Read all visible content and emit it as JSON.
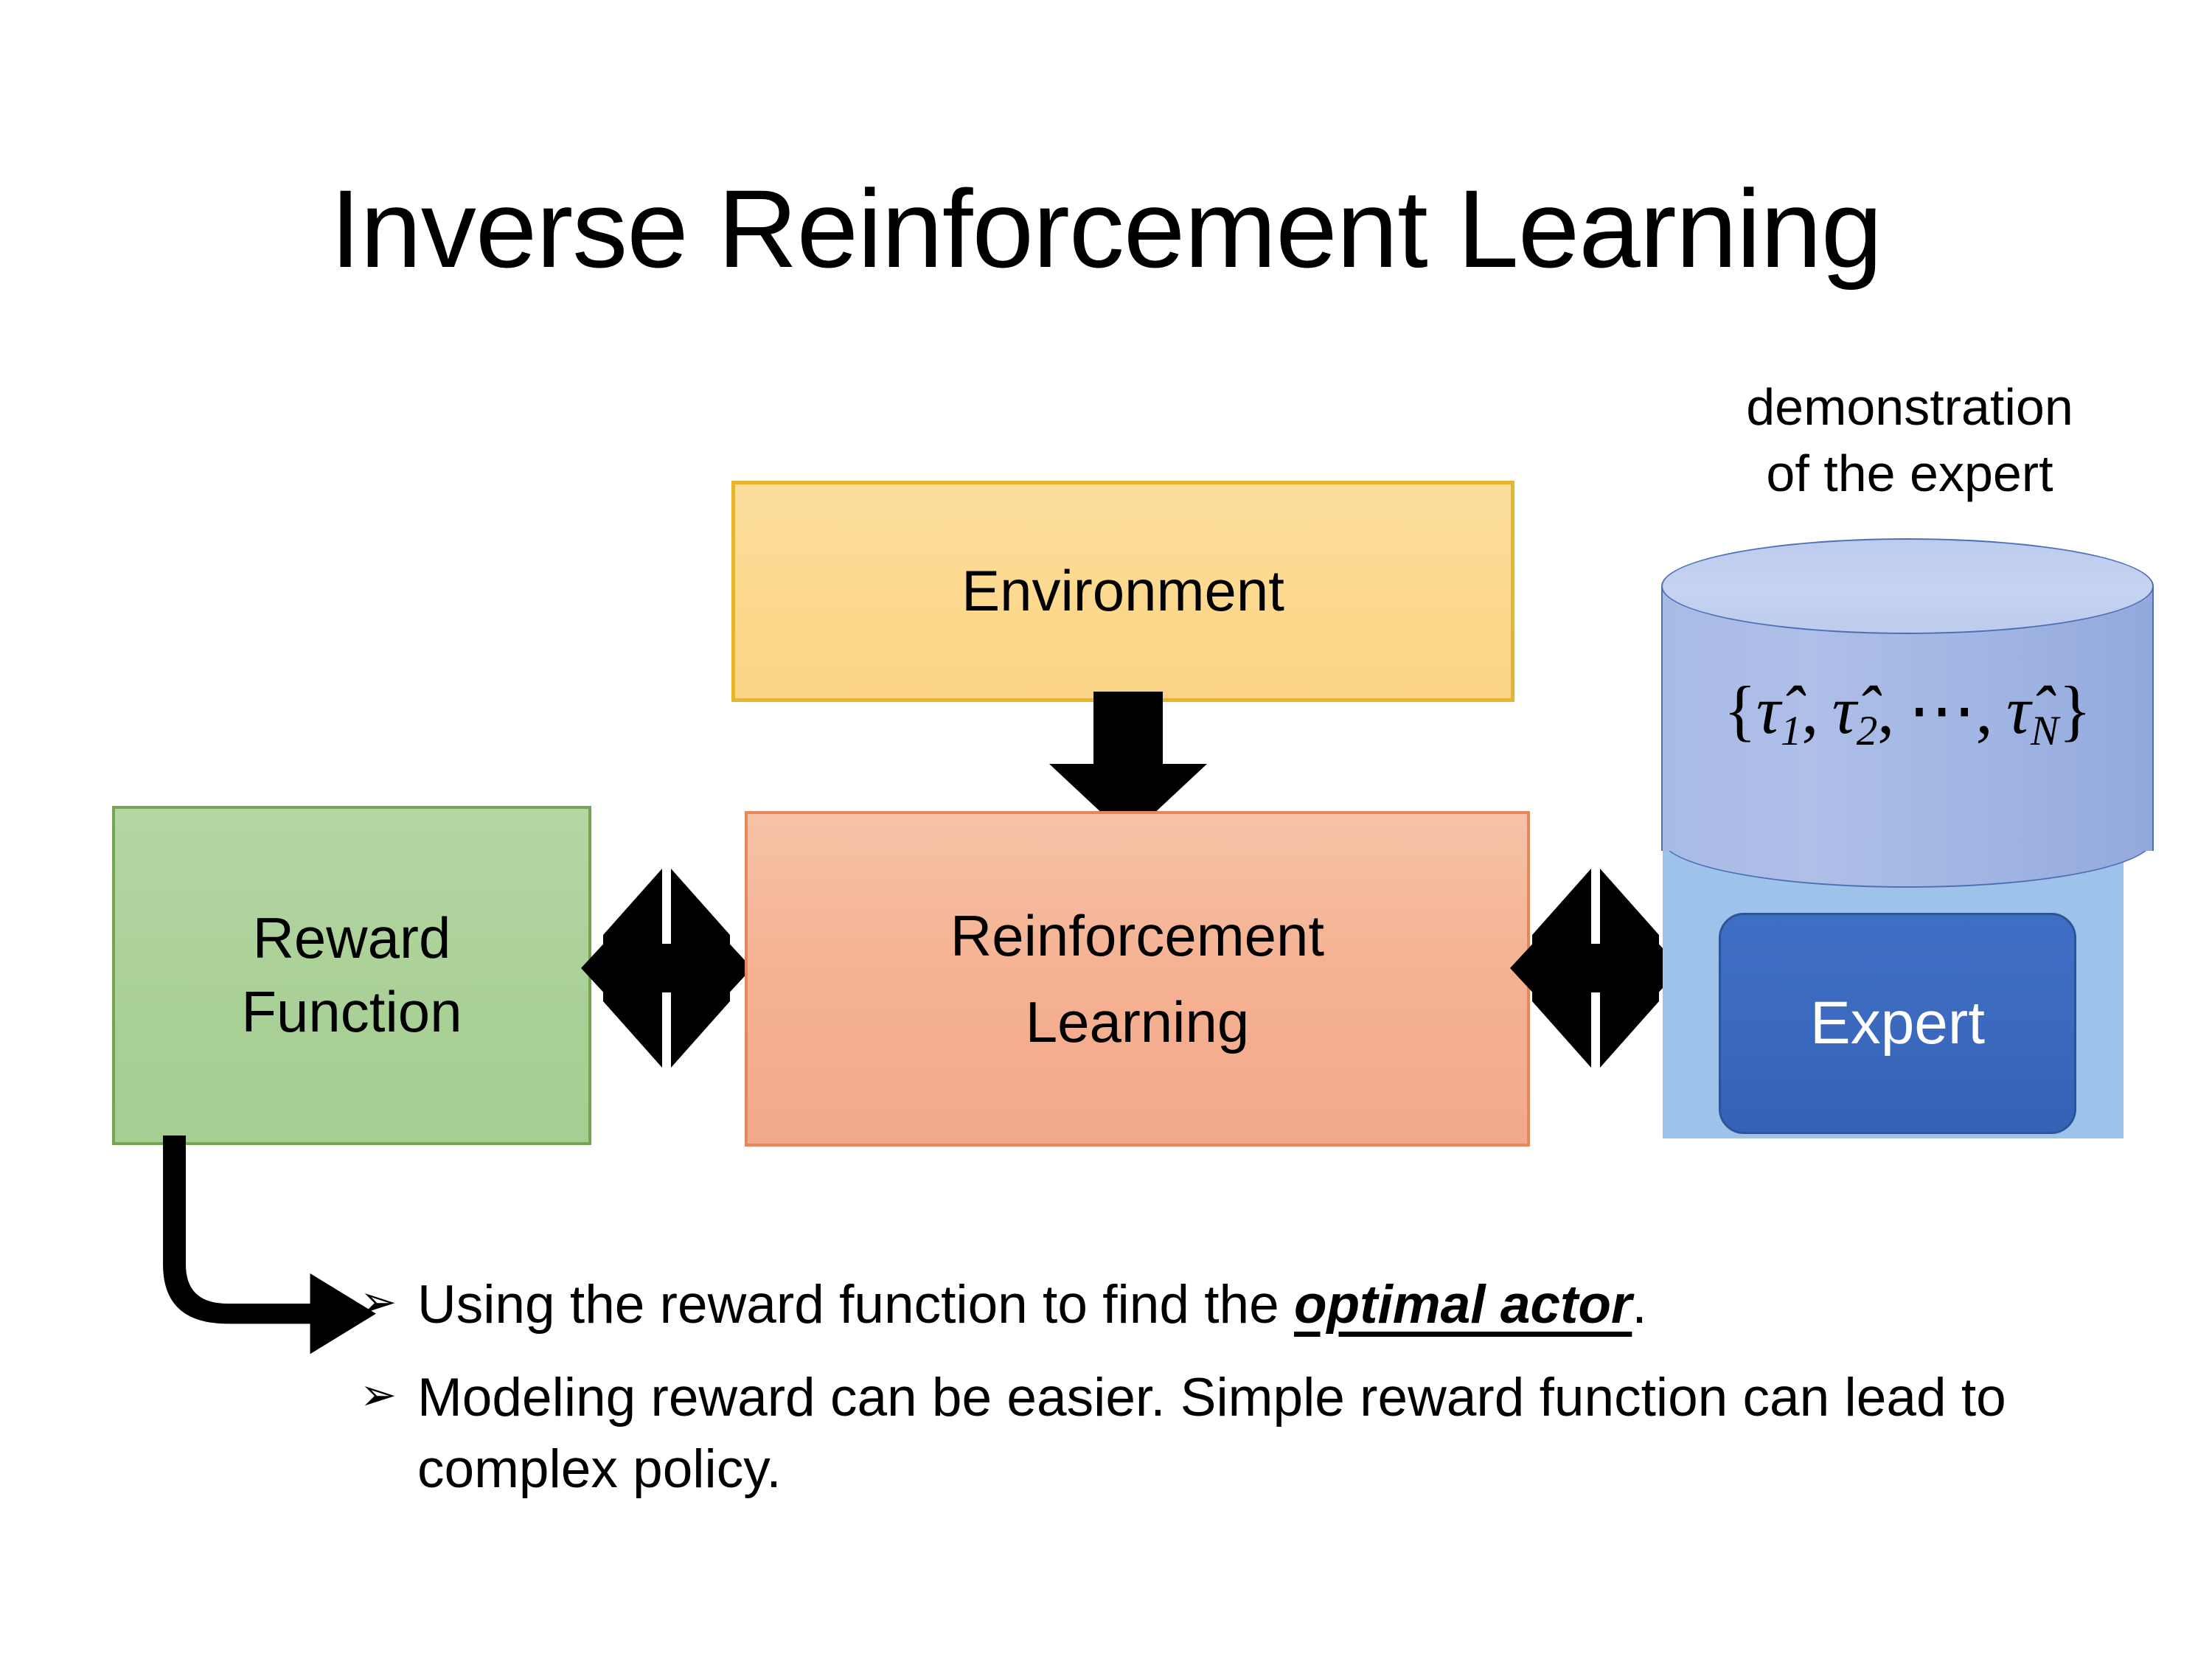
{
  "slide": {
    "title": "Inverse Reinforcement Learning",
    "background_color": "#ffffff"
  },
  "diagram": {
    "environment_box": {
      "label": "Environment",
      "fill_color": "#fbd68d",
      "border_color": "#e7b52c"
    },
    "reward_function_box": {
      "label_line1": "Reward",
      "label_line2": "Function",
      "fill_color": "#a9d096",
      "border_color": "#76a455"
    },
    "reinforcement_learning_box": {
      "label_line1": "Reinforcement",
      "label_line2": "Learning",
      "fill_color": "#f5b192",
      "border_color": "#e4875a"
    },
    "expert_group": {
      "caption_line1": "demonstration",
      "caption_line2": "of the expert",
      "database_formula_open": "{",
      "database_formula_items": [
        {
          "symbol": "τ̂",
          "sub": "1"
        },
        {
          "symbol": "τ̂",
          "sub": "2"
        },
        {
          "symbol": "⋯",
          "sub": ""
        },
        {
          "symbol": "τ̂",
          "sub": "N"
        }
      ],
      "database_formula_close": "}",
      "database_formula_plain": "{τ̂1, τ̂2, ⋯, τ̂N}",
      "expert_label": "Expert",
      "cylinder_fill_color": "#a5b8e4",
      "cylinder_top_color": "#c3d0ef",
      "cylinder_border_color": "#4f6fb5",
      "panel_fill_color": "#9dc3ea",
      "expert_box_fill_color": "#3a68bd",
      "expert_box_border_color": "#2c5498",
      "expert_text_color": "#ffffff"
    },
    "connectors": [
      {
        "name": "environment-to-rl",
        "type": "down-arrow",
        "color": "#000000"
      },
      {
        "name": "reward-to-rl",
        "type": "four-way-arrow",
        "color": "#000000"
      },
      {
        "name": "rl-to-expert",
        "type": "four-way-arrow",
        "color": "#000000"
      },
      {
        "name": "reward-to-bullets",
        "type": "elbow-arrow",
        "color": "#000000"
      }
    ]
  },
  "bullets": [
    {
      "marker": "➢",
      "text_before": "Using the reward function to find the ",
      "emphasis": "optimal actor",
      "text_after": "."
    },
    {
      "marker": "➢",
      "text_before": "Modeling reward can be easier. Simple reward function can lead to complex policy.",
      "emphasis": "",
      "text_after": ""
    }
  ]
}
